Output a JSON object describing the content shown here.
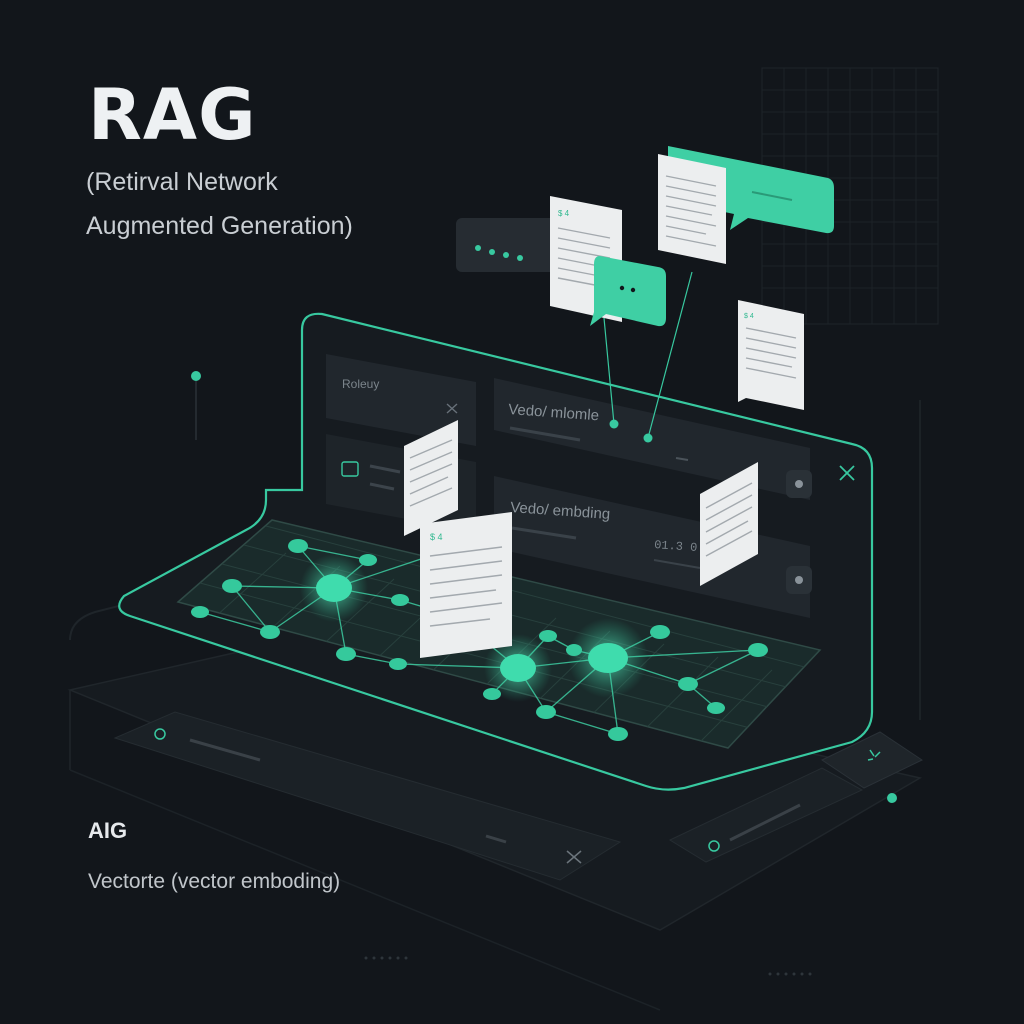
{
  "title": "RAG",
  "subtitle_line1": "(Retirval Network",
  "subtitle_line2": "Augmented Generation)",
  "footer": {
    "label": "AIG",
    "caption": "Vectorte (vector emboding)"
  },
  "panels": {
    "query_label": "Roleuy",
    "vector_top_label": "Vedo/ mlomle",
    "vector_embedding_label": "Vedo/ embding",
    "value_readout": "01.3 0"
  },
  "doc_mark": "$ 4",
  "colors": {
    "background": "#12161b",
    "accent": "#38c9a0",
    "panel": "#22282e",
    "document": "#eceeef"
  },
  "icons": [
    "close-icon",
    "document-icon",
    "chat-bubble-icon",
    "typing-dots-icon",
    "user-icon",
    "network-node-icon",
    "grid-icon"
  ]
}
